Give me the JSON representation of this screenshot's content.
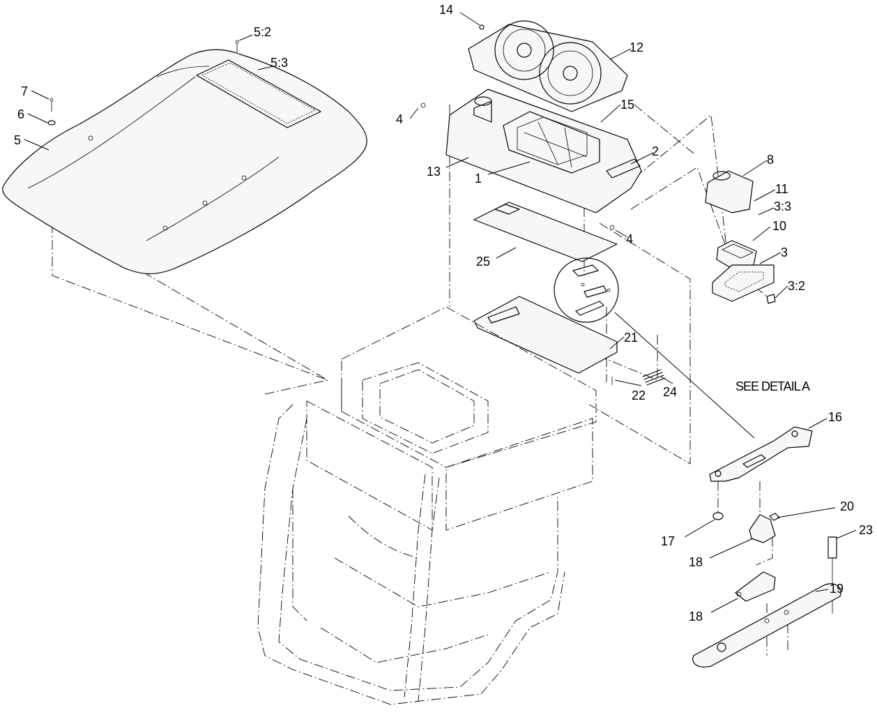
{
  "diagram": {
    "note": "SEE DETAIL  A",
    "callouts": [
      "14",
      "12",
      "5:2",
      "5:3",
      "7",
      "6",
      "5",
      "4",
      "15",
      "2",
      "13",
      "1",
      "8",
      "11",
      "3:3",
      "10",
      "3",
      "3:2",
      "25",
      "4",
      "21",
      "22",
      "24",
      "16",
      "17",
      "18",
      "20",
      "23",
      "18",
      "19"
    ]
  }
}
